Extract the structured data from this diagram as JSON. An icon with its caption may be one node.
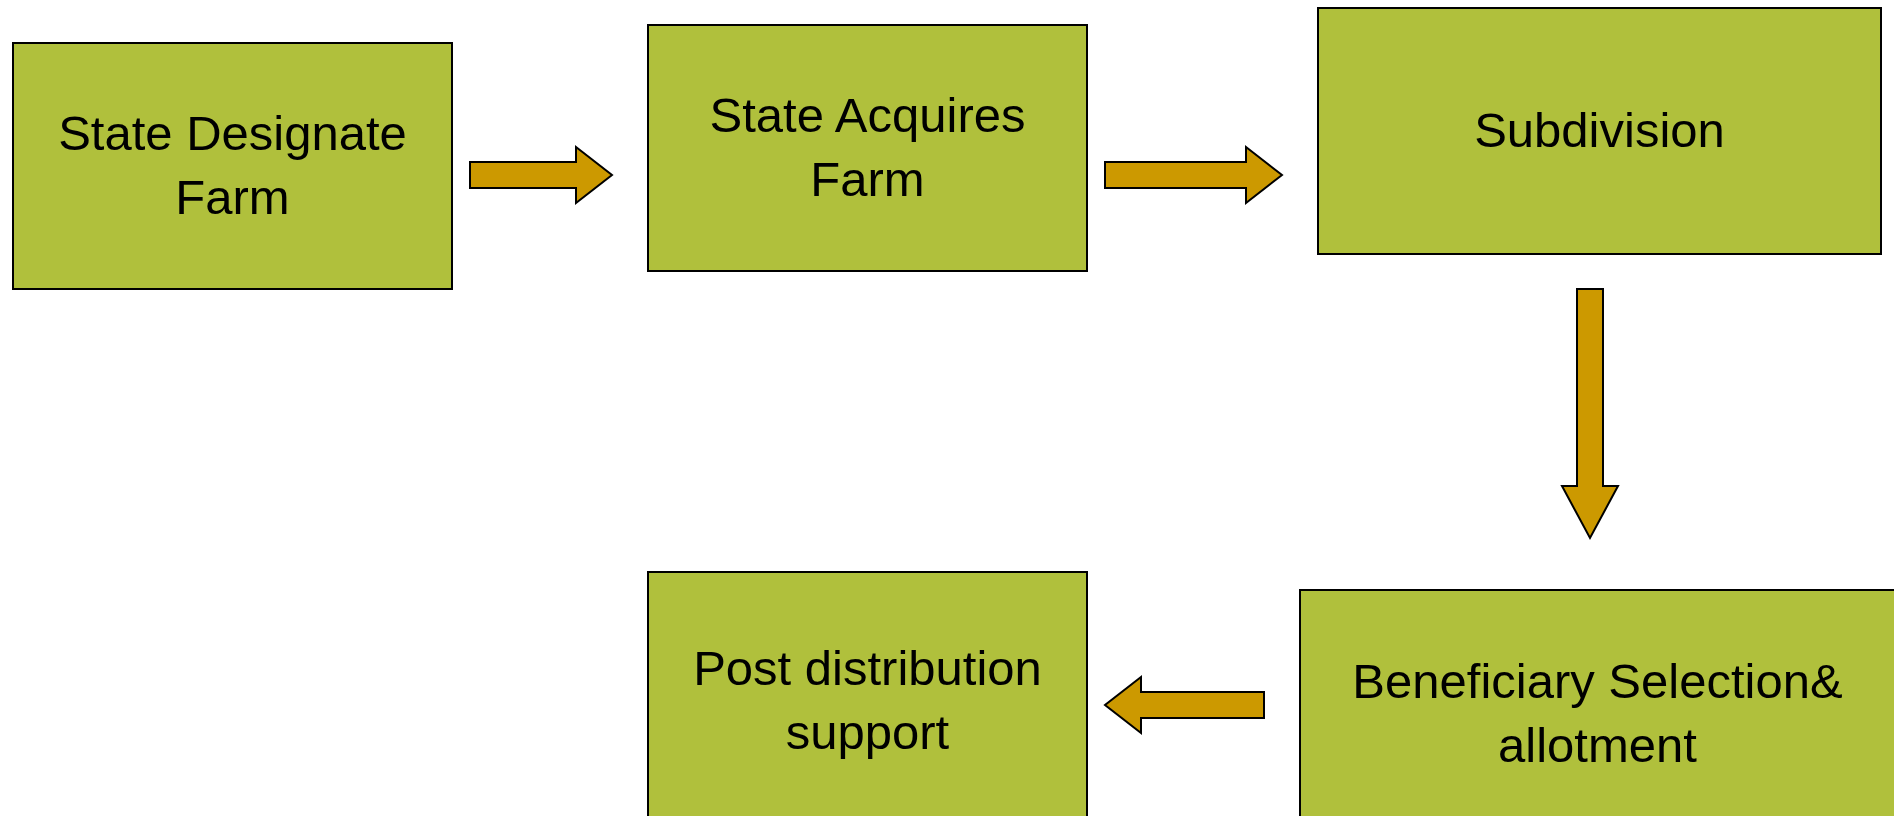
{
  "diagram": {
    "nodes": [
      {
        "text": [
          "State Designate Farm"
        ]
      },
      {
        "text": [
          "State Acquires Farm"
        ]
      },
      {
        "text": [
          "Subdivision"
        ]
      },
      {
        "text": [
          "Beneficiary Selection& allotment"
        ]
      },
      {
        "text": [
          "Post distribution support"
        ]
      }
    ],
    "edges": [
      {
        "from": 0,
        "to": 1,
        "arrow": "to"
      },
      {
        "from": 1,
        "to": 2,
        "arrow": "to"
      },
      {
        "from": 2,
        "to": 3,
        "arrow": "to"
      },
      {
        "from": 3,
        "to": 4,
        "arrow": "to"
      }
    ]
  }
}
